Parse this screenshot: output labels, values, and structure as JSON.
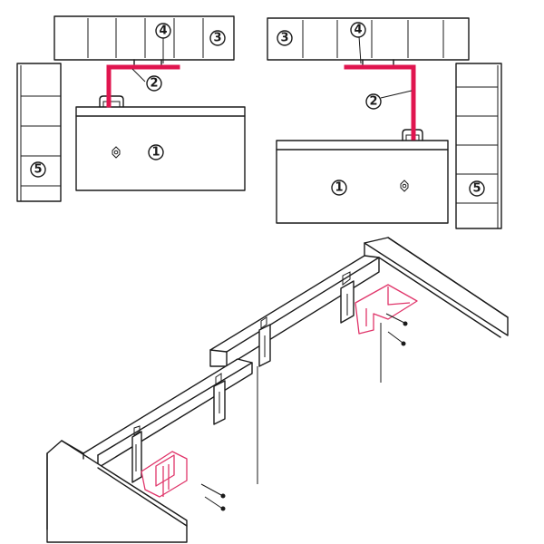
{
  "callouts": {
    "c1": "1",
    "c2": "2",
    "c3": "3",
    "c4": "4",
    "c5": "5"
  },
  "colors": {
    "line": "#1a1a1a",
    "highlight": "#e0154f",
    "background": "#ffffff"
  }
}
